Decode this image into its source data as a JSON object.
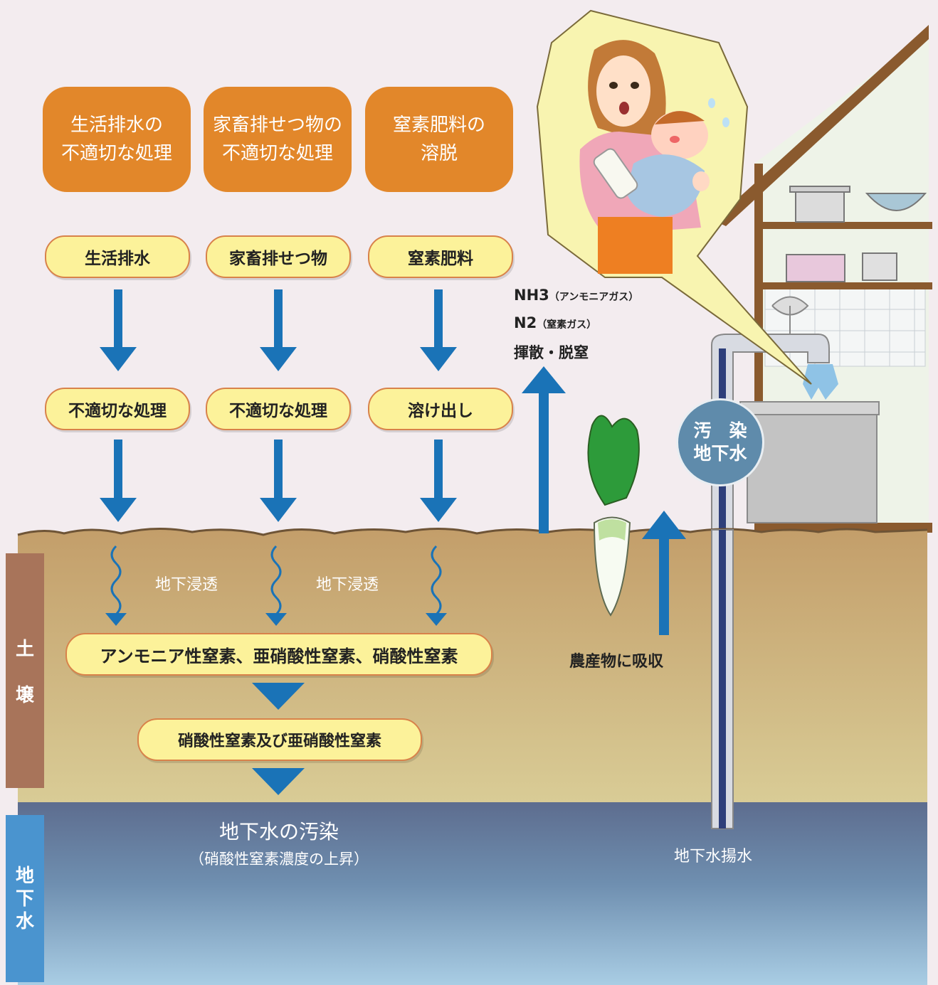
{
  "sources": [
    {
      "box": "生活排水の\n不適切な処理",
      "pill1": "生活排水",
      "pill2": "不適切な処理"
    },
    {
      "box": "家畜排せつ物の\n不適切な処理",
      "pill1": "家畜排せつ物",
      "pill2": "不適切な処理"
    },
    {
      "box": "窒素肥料の\n溶脱",
      "pill1": "窒素肥料",
      "pill2": "溶け出し"
    }
  ],
  "infiltration_labels": [
    "地下浸透",
    "地下浸透"
  ],
  "nitrogen_forms": "アンモニア性窒素、亜硝酸性窒素、硝酸性窒素",
  "nitrate_nitrite": "硝酸性窒素及び亜硝酸性窒素",
  "groundwater_pollution": {
    "title": "地下水の汚染",
    "subtitle": "（硝酸性窒素濃度の上昇）"
  },
  "emissions": {
    "nh3": "NH3",
    "nh3_sub": "（アンモニアガス）",
    "n2": "N2",
    "n2_sub": "（窒素ガス）",
    "result": "揮散・脱窒"
  },
  "crop_absorption": "農産物に吸収",
  "contaminated_badge": {
    "line1": "汚　染",
    "line2": "地下水"
  },
  "pumping": "地下水揚水",
  "side_tabs": {
    "soil": [
      "土",
      "壌"
    ],
    "groundwater": [
      "地",
      "下",
      "水"
    ]
  },
  "colors": {
    "source_box": "#e2872a",
    "pill": "#fcf29a",
    "arrow": "#1a73b7",
    "soil": "#c9a46c",
    "groundwater": "#62779a"
  }
}
